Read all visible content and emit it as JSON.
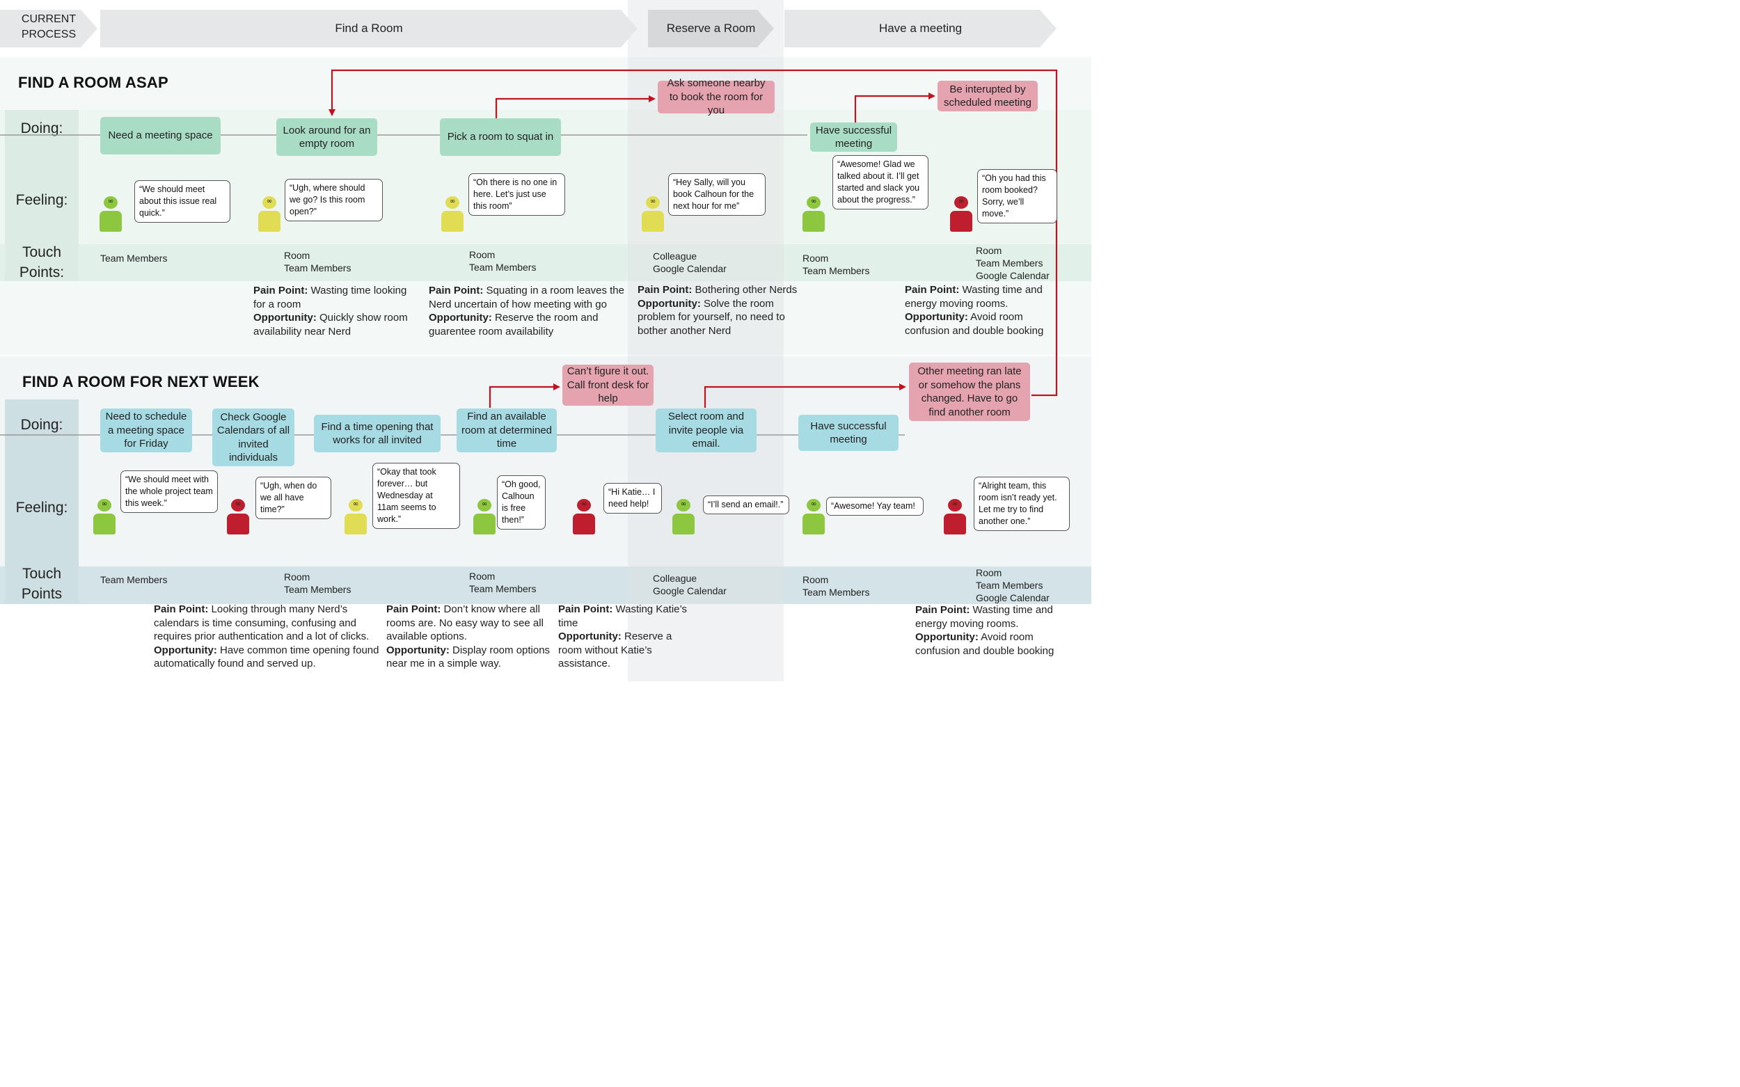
{
  "header": {
    "current_process": "CURRENT\nPROCESS",
    "find_room": "Find a Room",
    "reserve_room": "Reserve a Room",
    "have_meeting": "Have a meeting"
  },
  "colors": {
    "happy": "#8dc63f",
    "neutral": "#e0dd55",
    "unhappy": "#be1e2d",
    "doing_green": "#a9dcc5",
    "doing_blue": "#a6dbe3",
    "pain_pink": "#e4a3ae",
    "arrow_red": "#c1121f"
  },
  "section1": {
    "title": "FIND A ROOM ASAP",
    "labels": {
      "doing": "Doing:",
      "feeling": "Feeling:",
      "touch": "Touch\nPoints:"
    },
    "doing": [
      "Need a meeting space",
      "Look around for an empty room",
      "Pick a room to squat in",
      "Have successful meeting"
    ],
    "alerts": [
      "Ask someone nearby to book the room for you",
      "Be interupted by scheduled meeting"
    ],
    "feelings": [
      {
        "quote": "“We should meet about this issue real quick.”",
        "mood": "happy"
      },
      {
        "quote": "“Ugh, where should we go? Is this room open?”",
        "mood": "neutral"
      },
      {
        "quote": "“Oh there is no one in here. Let’s just use this room”",
        "mood": "neutral"
      },
      {
        "quote": "“Hey Sally, will you book Calhoun for the next hour for me”",
        "mood": "neutral"
      },
      {
        "quote": "“Awesome! Glad we talked about it. I’ll get started and slack you about the progress.”",
        "mood": "happy"
      },
      {
        "quote": "“Oh you had this room booked? Sorry, we’ll move.”",
        "mood": "unhappy"
      }
    ],
    "touchpoints": [
      "Team Members",
      "Room\nTeam Members",
      "Room\nTeam Members",
      "Colleague\nGoogle Calendar",
      "Room\nTeam Members",
      "Room\nTeam Members\nGoogle Calendar"
    ],
    "pains": [
      {
        "pain": "Wasting time looking for a room",
        "opp": "Quickly show room availability near Nerd"
      },
      {
        "pain": "Squating in a room leaves the Nerd uncertain of how meeting with go",
        "opp": "Reserve the room and guarentee room availability"
      },
      {
        "pain": "Bothering other Nerds",
        "opp": "Solve the room problem for yourself, no need to bother another Nerd"
      },
      {
        "pain": "Wasting time and energy moving rooms.",
        "opp": "Avoid room confusion and double booking"
      }
    ]
  },
  "section2": {
    "title": "FIND A ROOM FOR NEXT WEEK",
    "labels": {
      "doing": "Doing:",
      "feeling": "Feeling:",
      "touch": "Touch\nPoints"
    },
    "doing": [
      "Need to schedule a meeting space for Friday",
      "Check Google Calendars of all invited individuals",
      "Find a time opening that works for all invited",
      "Find an available room at determined time",
      "Select room and invite people via email.",
      "Have successful meeting"
    ],
    "alerts": [
      "Can’t figure it out. Call front desk for help",
      "Other meeting ran late or somehow the plans changed. Have to go find another room"
    ],
    "feelings": [
      {
        "quote": "“We should meet with the whole project team this week.”",
        "mood": "happy"
      },
      {
        "quote": "“Ugh, when do we all have time?”",
        "mood": "unhappy"
      },
      {
        "quote": "“Okay that took forever… but Wednesday at 11am seems to work.”",
        "mood": "neutral"
      },
      {
        "quote": "“Oh good, Calhoun is free then!”",
        "mood": "happy"
      },
      {
        "quote": "“Hi Katie… I need help!",
        "mood": "unhappy"
      },
      {
        "quote": "“I’ll send an email!.”",
        "mood": "happy"
      },
      {
        "quote": "“Awesome! Yay team!",
        "mood": "happy"
      },
      {
        "quote": "“Alright team, this room isn’t ready yet. Let me try to find another one.”",
        "mood": "unhappy"
      }
    ],
    "touchpoints": [
      "Team Members",
      "Room\nTeam Members",
      "Room\nTeam Members",
      "Colleague\nGoogle Calendar",
      "Room\nTeam Members",
      "Room\nTeam Members\nGoogle Calendar"
    ],
    "pains": [
      {
        "pain": "Looking through many Nerd’s calendars is time consuming, confusing and requires prior authentication and  a lot of clicks.",
        "opp": "Have common time opening found automatically found and served up."
      },
      {
        "pain": "Don’t know where all rooms are. No easy way to see all available options.",
        "opp": "Display room options near me in a simple way."
      },
      {
        "pain": "Wasting Katie’s time",
        "opp": "Reserve a room without Katie’s assistance."
      },
      {
        "pain": "Wasting time and energy moving rooms.",
        "opp": "Avoid room confusion and double booking"
      }
    ]
  },
  "labels": {
    "pain_point": "Pain Point:",
    "opportunity": "Opportunity:"
  }
}
